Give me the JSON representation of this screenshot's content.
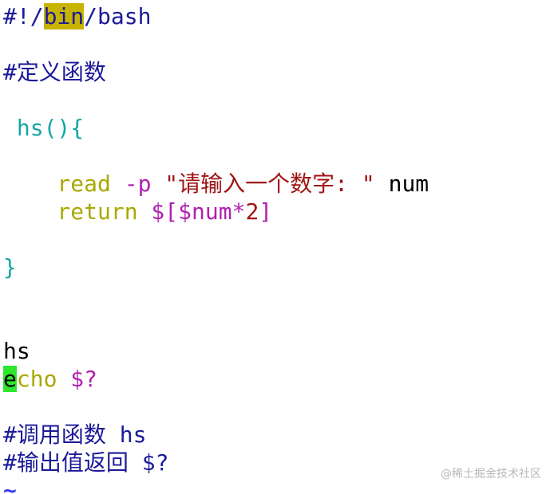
{
  "editor": {
    "lines": [
      {
        "tokens": [
          {
            "text": "#!/",
            "role": "comment"
          },
          {
            "text": "bin",
            "role": "hl"
          },
          {
            "text": "/bash",
            "role": "comment"
          }
        ]
      },
      {
        "tokens": []
      },
      {
        "tokens": [
          {
            "text": "#定义函数",
            "role": "comment"
          }
        ]
      },
      {
        "tokens": []
      },
      {
        "tokens": [
          {
            "text": " hs(){",
            "role": "func"
          }
        ]
      },
      {
        "tokens": []
      },
      {
        "tokens": [
          {
            "text": "    read",
            "role": "builtin"
          },
          {
            "text": " -p ",
            "role": "option"
          },
          {
            "text": "\"请输入一个数字: \"",
            "role": "string"
          },
          {
            "text": " num",
            "role": "plain"
          }
        ]
      },
      {
        "tokens": [
          {
            "text": "    return",
            "role": "builtin"
          },
          {
            "text": " $[$num*",
            "role": "var"
          },
          {
            "text": "2",
            "role": "string"
          },
          {
            "text": "]",
            "role": "var"
          }
        ]
      },
      {
        "tokens": []
      },
      {
        "tokens": [
          {
            "text": "}",
            "role": "func"
          }
        ]
      },
      {
        "tokens": []
      },
      {
        "tokens": []
      },
      {
        "tokens": [
          {
            "text": "hs",
            "role": "plain"
          }
        ]
      },
      {
        "tokens": [
          {
            "text": "e",
            "role": "cursor"
          },
          {
            "text": "cho",
            "role": "builtin"
          },
          {
            "text": " $?",
            "role": "var"
          }
        ]
      },
      {
        "tokens": []
      },
      {
        "tokens": [
          {
            "text": "#调用函数 hs",
            "role": "comment"
          }
        ]
      },
      {
        "tokens": [
          {
            "text": "#输出值返回 $?",
            "role": "comment"
          }
        ]
      },
      {
        "tokens": [
          {
            "text": "~",
            "role": "tilde"
          }
        ]
      }
    ]
  },
  "watermark": "@稀土掘金技术社区"
}
